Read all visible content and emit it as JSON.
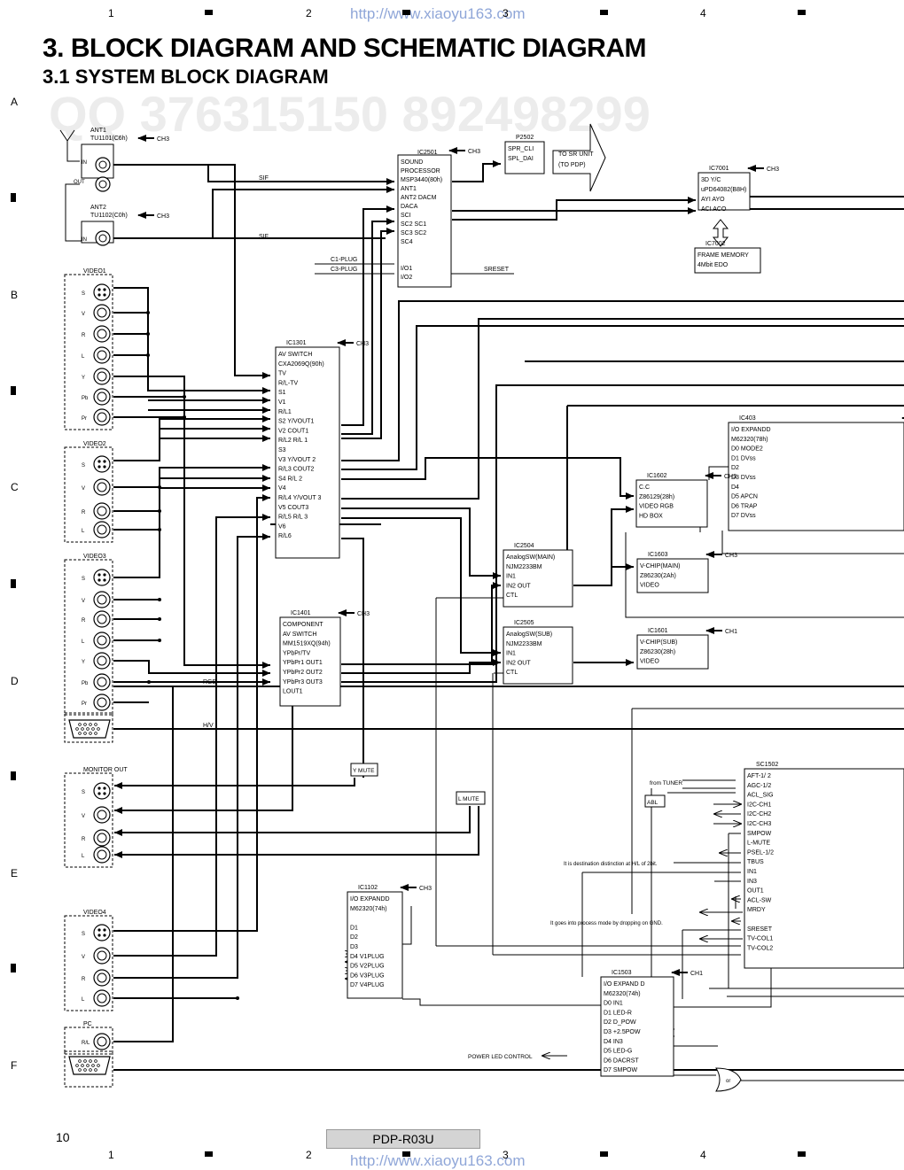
{
  "header": {
    "title": "3. BLOCK DIAGRAM AND SCHEMATIC DIAGRAM",
    "subtitle": "3.1  SYSTEM BLOCK DIAGRAM",
    "watermark_url": "http://www.xiaoyu163.com",
    "watermark_qq": "QQ 376315150    892498299"
  },
  "grid": {
    "columns": [
      "1",
      "2",
      "3",
      "4"
    ],
    "rows": [
      "A",
      "B",
      "C",
      "D",
      "E",
      "F"
    ]
  },
  "footer": {
    "page_number": "10",
    "model": "PDP-R03U"
  },
  "diagram": {
    "blocks": [
      {
        "id": "tu1101",
        "ref": "ANT1",
        "lines": [
          "TU1101(C6h)"
        ],
        "ch": "CH3"
      },
      {
        "id": "tu1102",
        "ref": "ANT2",
        "lines": [
          "TU1102(C0h)"
        ],
        "ch": "CH3"
      },
      {
        "id": "ic2501",
        "ref": "IC2501",
        "lines": [
          "SOUND",
          "PROCESSOR",
          "MSP3440(80h)",
          "ANT1",
          "ANT2    DACM",
          "          DACA",
          "SCI",
          "SC2      SC1",
          "SC3      SC2",
          "SC4",
          "",
          "",
          "I/O1",
          "I/O2"
        ],
        "ch": "CH3"
      },
      {
        "id": "p2502",
        "ref": "P2502",
        "lines": [
          "SPR_CLI",
          "SPL_DAI"
        ]
      },
      {
        "id": "ic7001",
        "ref": "IC7001",
        "lines": [
          "3D Y/C",
          "uPD64082(B8H)",
          "AYI        AYO",
          "ACI        ACO"
        ],
        "ch": "CH3"
      },
      {
        "id": "ic7002",
        "ref": "IC7002",
        "lines": [
          "FRAME MEMORY",
          "4Mbit EDO"
        ]
      },
      {
        "id": "ic1301",
        "ref": "IC1301",
        "lines": [
          "AV SWITCH",
          "CXA2069Q(90h)",
          "TV",
          "R/L-TV",
          "S1",
          "V1",
          "R/L1",
          "S2     Y/VOUT1",
          "V2     COUT1",
          "R/L2   R/L 1",
          "S3",
          "V3     Y/VOUT 2",
          "R/L3   COUT2",
          "S4     R/L 2",
          "V4",
          "R/L4   Y/VOUT 3",
          "V5     COUT3",
          "R/L5   R/L 3",
          "V6",
          "R/L6"
        ],
        "ch": "CH3"
      },
      {
        "id": "ic1401",
        "ref": "IC1401",
        "lines": [
          "COMPONENT",
          "AV SWITCH",
          "MM1519XQ(94h)",
          "YPbPr/TV",
          "YPbPr1   OUT1",
          "YPbPr2   OUT2",
          "YPbPr3   OUT3",
          "           LOUT1"
        ],
        "ch": "CH3"
      },
      {
        "id": "ic403",
        "ref": "IC403",
        "lines": [
          "I/O EXPANDD",
          "M62320(78h)",
          "D0  MODE2",
          "D1  DVss",
          "D2",
          "D3  DVss",
          "D4",
          "D5  APCN",
          "D6  TRAP",
          "D7  DVss"
        ],
        "ch": "CH 3"
      },
      {
        "id": "ic1602",
        "ref": "IC1602",
        "lines": [
          "C.C",
          "Z86129(28h)",
          "VIDEO  RGB",
          "HD       BOX"
        ],
        "ch": "CH3"
      },
      {
        "id": "ic2504",
        "ref": "IC2504",
        "lines": [
          "AnalogSW(MAIN)",
          "NJM2233BM",
          "IN1",
          "IN2          OUT",
          "CTL"
        ]
      },
      {
        "id": "ic1603",
        "ref": "IC1603",
        "lines": [
          "V-CHIP(MAIN)",
          "Z86230(2Ah)",
          "VIDEO"
        ],
        "ch": "CH3"
      },
      {
        "id": "ic2505",
        "ref": "IC2505",
        "lines": [
          "AnalogSW(SUB)",
          "NJM2233BM",
          "IN1",
          "IN2          OUT",
          "CTL"
        ]
      },
      {
        "id": "ic1601",
        "ref": "IC1601",
        "lines": [
          "V-CHIP(SUB)",
          "Z86230(28h)",
          "VIDEO"
        ],
        "ch": "CH1"
      },
      {
        "id": "sc1502",
        "ref": "SC1502",
        "lines": [
          "AFT-1/ 2",
          "AGC-1/2",
          "ACL_SIG",
          "I2C-CH1",
          "I2C-CH2",
          "I2C-CH3",
          "SMPOW",
          "L-MUTE",
          "PSEL-1/2",
          "TBUS",
          "IN1",
          "IN3",
          "OUT1",
          "ACL-SW",
          "MRDY",
          "",
          "SRESET",
          "TV-COL1",
          "TV-COL2"
        ]
      },
      {
        "id": "ic1102",
        "ref": "IC1102",
        "lines": [
          "I/O EXPANDD",
          "M62320(74h)",
          "",
          "D1",
          "D2",
          "D3",
          "D4  V1PLUG",
          "D5  V2PLUG",
          "D6  V3PLUG",
          "D7  V4PLUG"
        ],
        "ch": "CH3"
      },
      {
        "id": "ic1503",
        "ref": "IC1503",
        "lines": [
          "I/O EXPAND D",
          "M62320(74h)",
          "D0  IN1",
          "D1  LED-R",
          "D2  D_POW",
          "D3  +2.5POW",
          "D4  IN3",
          "D5  LED-G",
          "D6  DACRST",
          "D7  SMPOW"
        ],
        "ch": "CH1"
      }
    ],
    "connectors": [
      {
        "id": "video1",
        "label": "VIDEO1",
        "pins": [
          "S",
          "V",
          "R",
          "L",
          "Y",
          "Pb",
          "Pr"
        ]
      },
      {
        "id": "video2",
        "label": "VIDEO2",
        "pins": [
          "S",
          "V",
          "R",
          "L"
        ]
      },
      {
        "id": "video3",
        "label": "VIDEO3",
        "pins": [
          "S",
          "V",
          "R",
          "L",
          "Y",
          "Pb",
          "Pr"
        ]
      },
      {
        "id": "monitor",
        "label": "MONITOR OUT",
        "pins": [
          "S",
          "V",
          "R",
          "L"
        ]
      },
      {
        "id": "video4",
        "label": "VIDEO4",
        "pins": [
          "S",
          "V",
          "R",
          "L"
        ]
      },
      {
        "id": "pc",
        "label": "PC",
        "pins": [
          "R/L"
        ]
      }
    ],
    "labels": {
      "in": "IN",
      "out": "OUT",
      "sif": "SIF",
      "c1_plug": "C1-PLUG",
      "c3_plug": "C3-PLUG",
      "sreset": "SRESET",
      "to_sr_unit": "TO SR UNIT",
      "to_pdp": "(TO PDP)",
      "rgb": "RGB",
      "hv": "H/V",
      "y_mute": "Y MUTE",
      "l_mute": "L MUTE",
      "from_tuner": "from TUNER",
      "abl": "ABL",
      "note1": "It is destination distinction at H/L of 2bit.",
      "note2": "It goes into process mode by dropping on GND.",
      "power_led": "POWER LED CONTROL",
      "or": "or"
    }
  }
}
